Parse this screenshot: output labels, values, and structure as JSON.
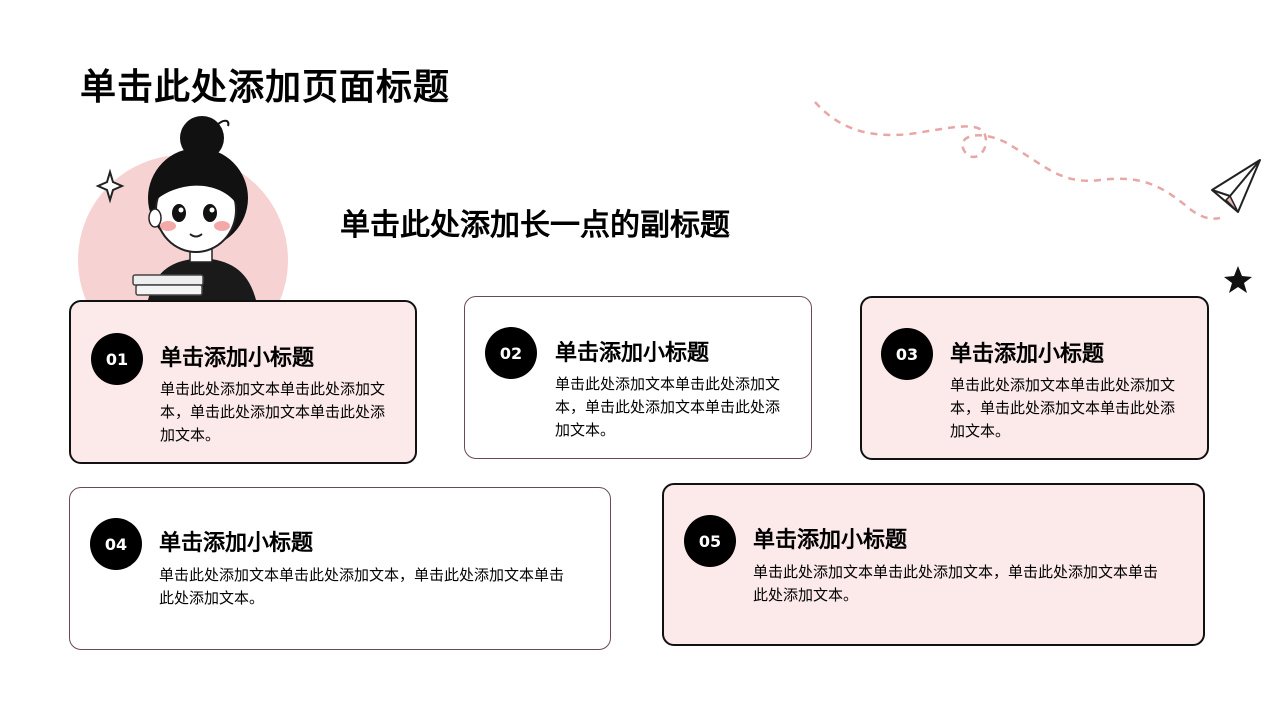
{
  "slide": {
    "title": "单击此处添加页面标题",
    "subtitle": "单击此处添加长一点的副标题"
  },
  "cards": [
    {
      "number": "01",
      "title": "单击添加小标题",
      "text": "单击此处添加文本单击此处添加文本，单击此处添加文本单击此处添加文本。",
      "style": "pink"
    },
    {
      "number": "02",
      "title": "单击添加小标题",
      "text": "单击此处添加文本单击此处添加文本，单击此处添加文本单击此处添加文本。",
      "style": "white"
    },
    {
      "number": "03",
      "title": "单击添加小标题",
      "text": "单击此处添加文本单击此处添加文本，单击此处添加文本单击此处添加文本。",
      "style": "pink"
    },
    {
      "number": "04",
      "title": "单击添加小标题",
      "text": "单击此处添加文本单击此处添加文本，单击此处添加文本单击此处添加文本。",
      "style": "white"
    },
    {
      "number": "05",
      "title": "单击添加小标题",
      "text": "单击此处添加文本单击此处添加文本，单击此处添加文本单击此处添加文本。",
      "style": "pink"
    }
  ],
  "colors": {
    "card_pink": "#fce9e9",
    "accent_pink": "#f3c9c8",
    "dashed_path": "#e8a6a6",
    "number_badge": "#000000"
  },
  "icons": [
    "sparkle-icon",
    "paper-plane-icon",
    "star-icon"
  ]
}
